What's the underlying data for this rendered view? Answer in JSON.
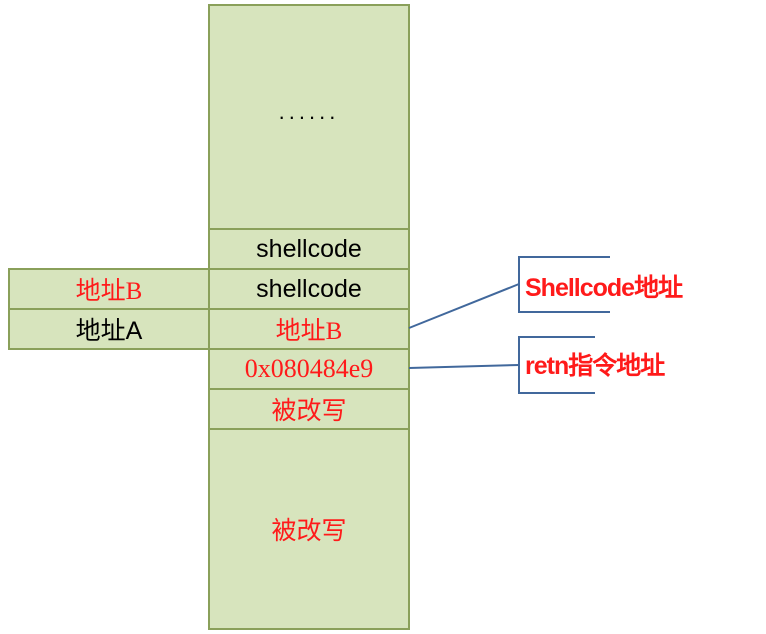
{
  "stack": {
    "top_ellipsis": "......",
    "rows": [
      "shellcode",
      "shellcode",
      "地址B",
      "0x080484e9",
      "被改写",
      "被改写"
    ]
  },
  "left_column": {
    "rows": [
      "地址B",
      "地址A"
    ]
  },
  "callouts": {
    "shellcode_address": "Shellcode地址",
    "retn_address": "retn指令地址"
  }
}
